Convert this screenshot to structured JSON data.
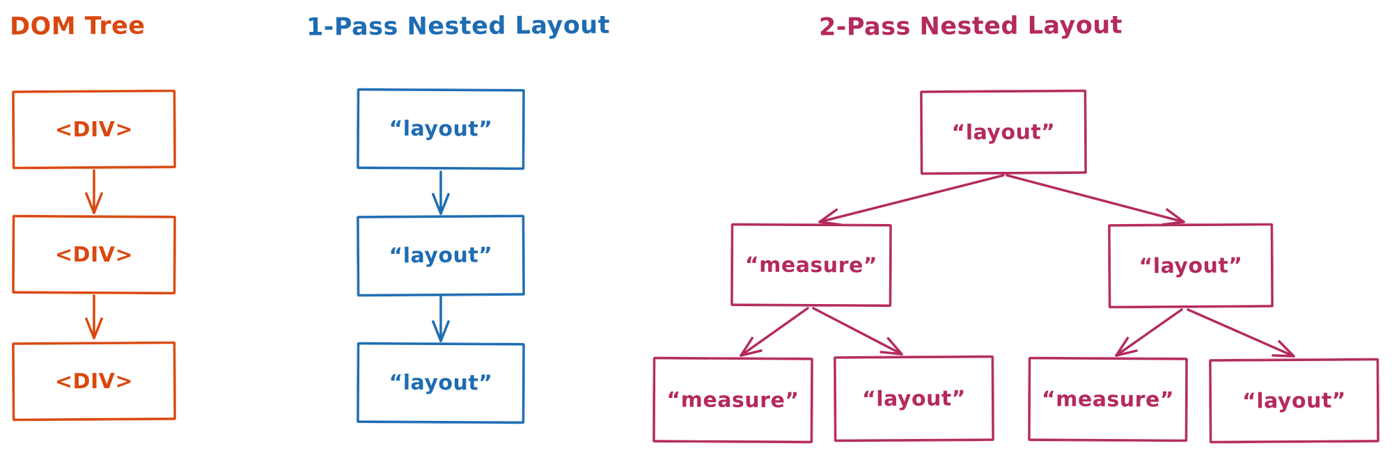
{
  "background": "#ffffff",
  "columns": [
    {
      "title": "DOM Tree",
      "color": "#d9480f",
      "nodes": [
        "<DIV>",
        "<DIV>",
        "<DIV>"
      ]
    },
    {
      "title": "1-Pass Nested Layout",
      "color": "#1e6cb3",
      "nodes": [
        "“layout”",
        "“layout”",
        "“layout”"
      ]
    },
    {
      "title": "2-Pass Nested Layout",
      "color": "#b42a5e",
      "tree": {
        "root": "“layout”",
        "level2": [
          "“measure”",
          "“layout”"
        ],
        "level3": [
          "“measure”",
          "“layout”",
          "“measure”",
          "“layout”"
        ]
      }
    }
  ]
}
